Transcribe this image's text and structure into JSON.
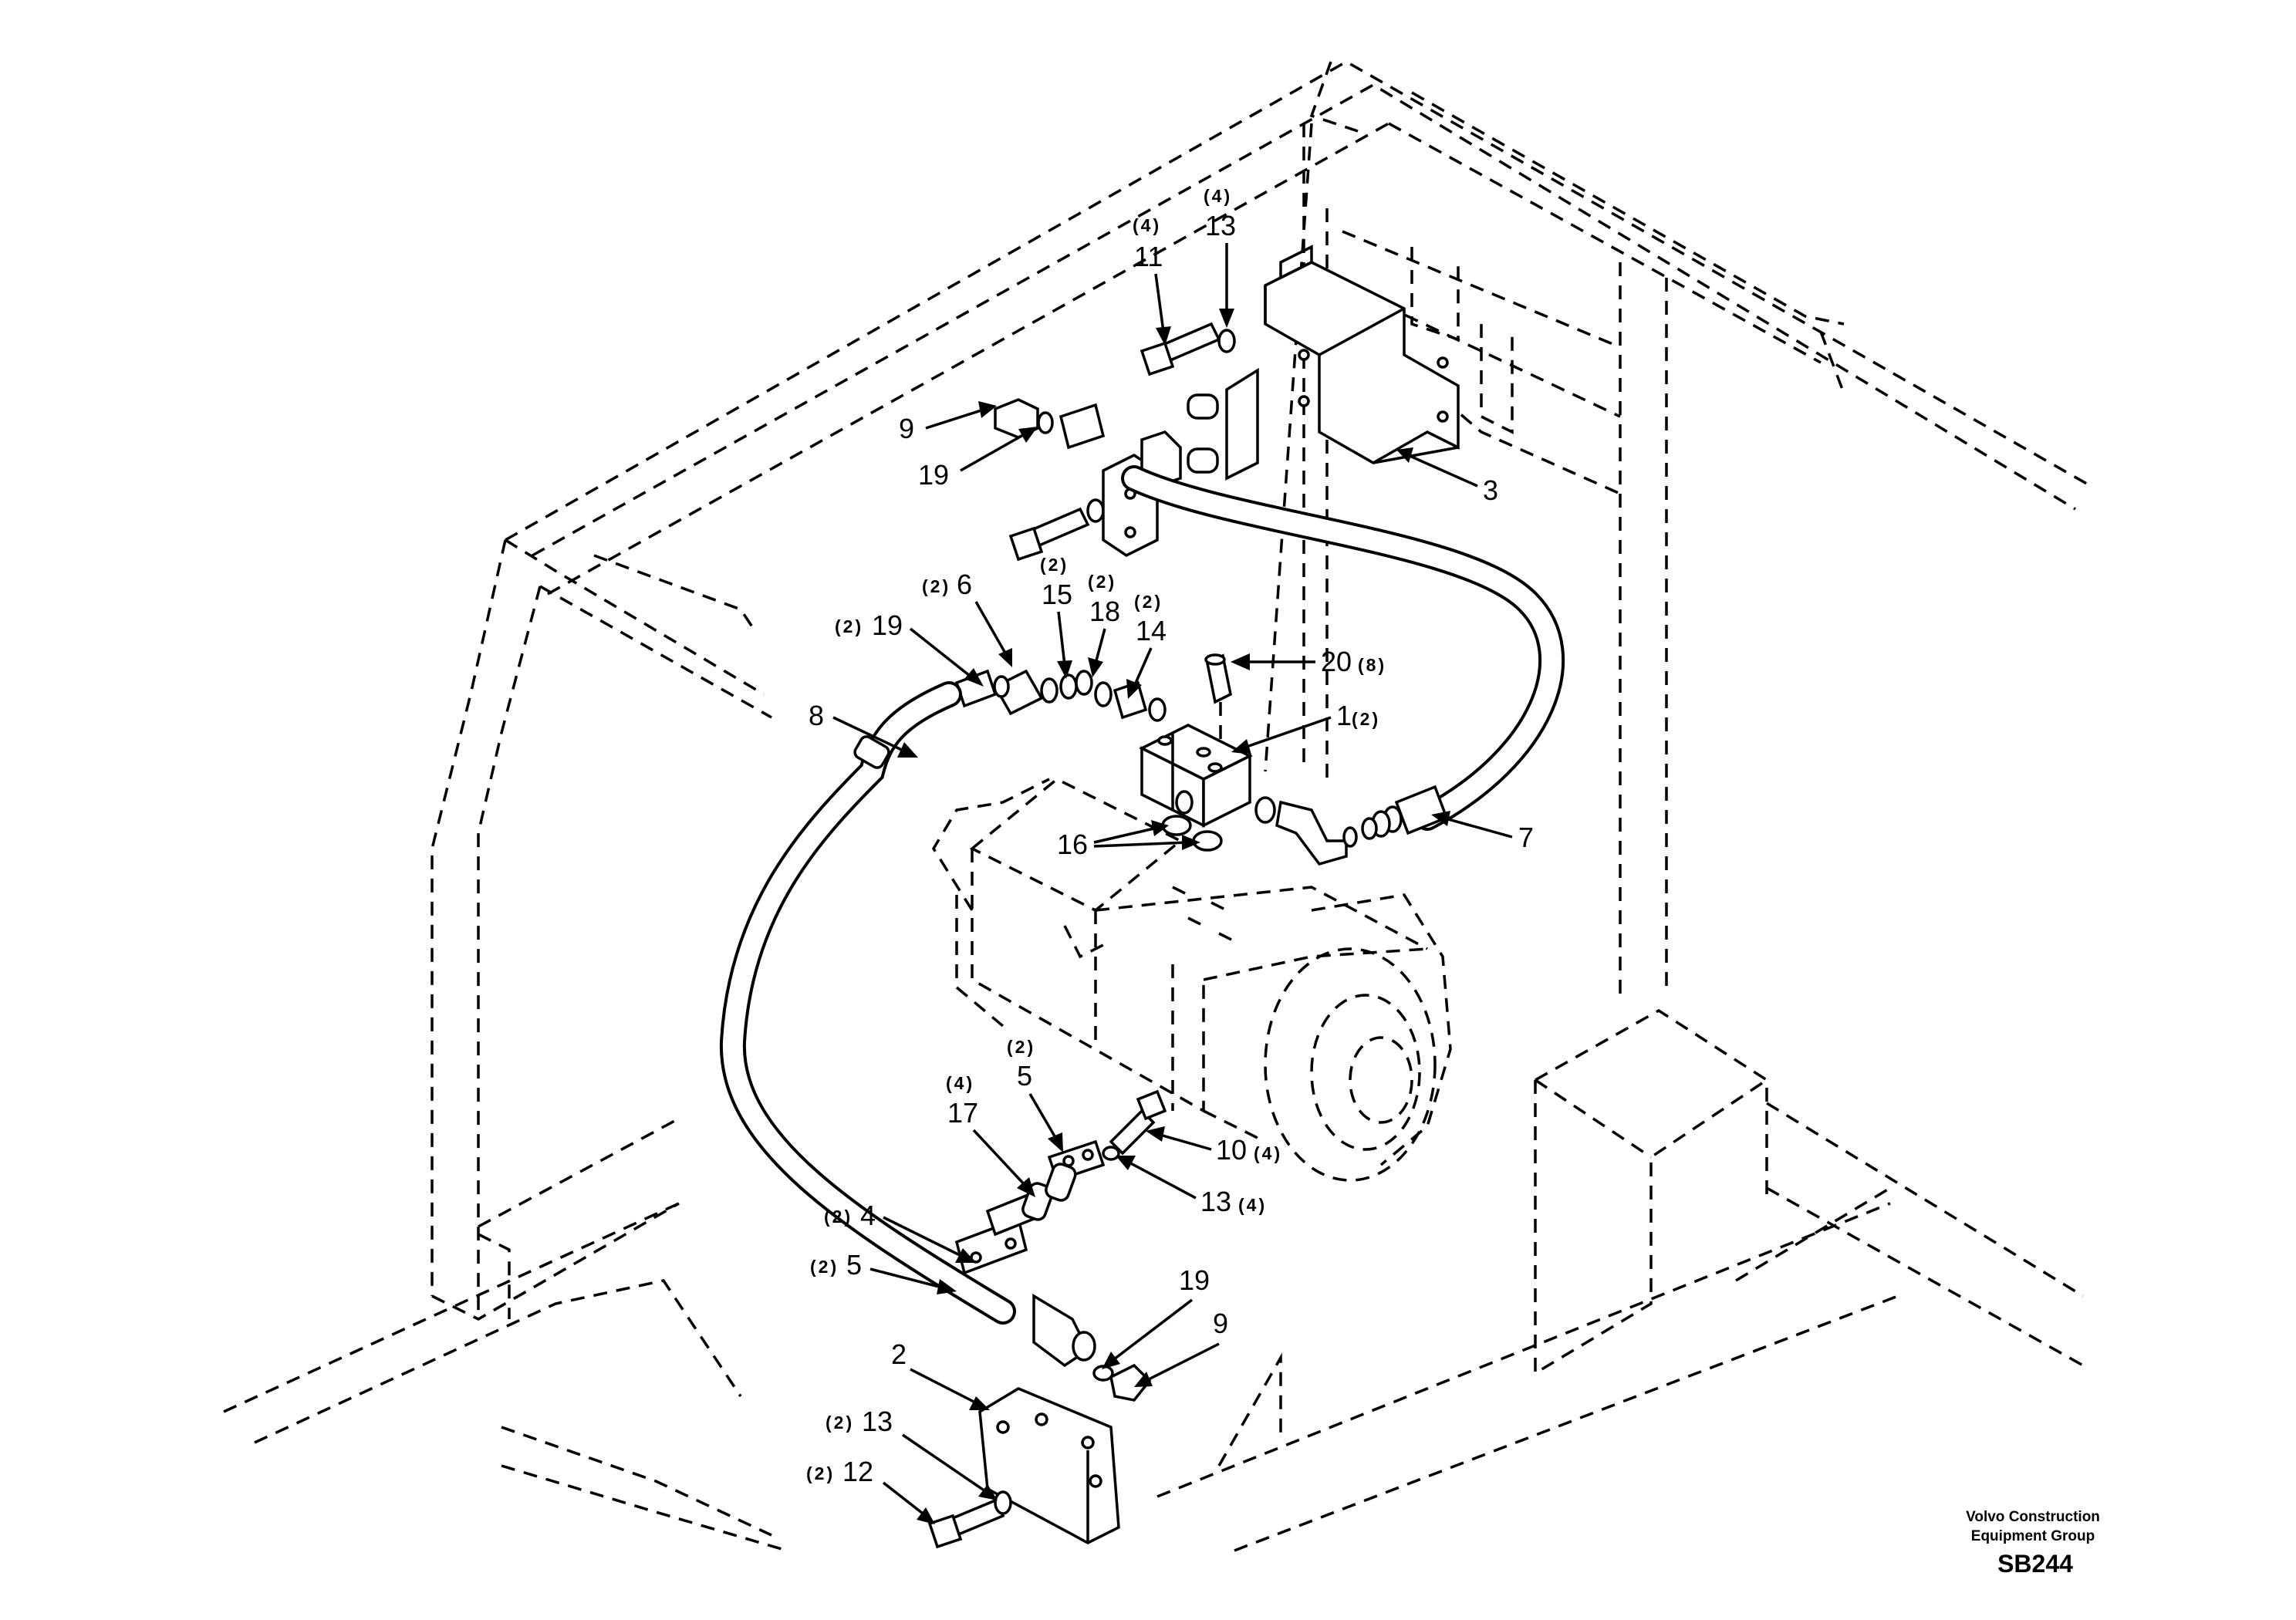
{
  "caption": {
    "line1": "Volvo Construction",
    "line2": "Equipment Group",
    "ref": "SB244"
  },
  "callouts": [
    {
      "id": "c9a",
      "num": "9",
      "qty": ""
    },
    {
      "id": "c19a",
      "num": "19",
      "qty": ""
    },
    {
      "id": "c11",
      "num": "11",
      "qty": "(4)"
    },
    {
      "id": "c13a",
      "num": "13",
      "qty": "(4)"
    },
    {
      "id": "c3",
      "num": "3",
      "qty": ""
    },
    {
      "id": "c19b",
      "num": "19",
      "qty": "(2)"
    },
    {
      "id": "c6",
      "num": "6",
      "qty": "(2)"
    },
    {
      "id": "c15",
      "num": "15",
      "qty": "(2)"
    },
    {
      "id": "c18",
      "num": "18",
      "qty": "(2)"
    },
    {
      "id": "c14",
      "num": "14",
      "qty": "(2)"
    },
    {
      "id": "c20",
      "num": "20",
      "qty": "(8)"
    },
    {
      "id": "c1",
      "num": "1",
      "qty": "(2)"
    },
    {
      "id": "c8",
      "num": "8",
      "qty": ""
    },
    {
      "id": "c16",
      "num": "16",
      "qty": ""
    },
    {
      "id": "c7",
      "num": "7",
      "qty": ""
    },
    {
      "id": "c5a",
      "num": "5",
      "qty": "(2)"
    },
    {
      "id": "c17",
      "num": "17",
      "qty": "(4)"
    },
    {
      "id": "c10",
      "num": "10",
      "qty": "(4)"
    },
    {
      "id": "c13b",
      "num": "13",
      "qty": "(4)"
    },
    {
      "id": "c4",
      "num": "4",
      "qty": "(2)"
    },
    {
      "id": "c5b",
      "num": "5",
      "qty": "(2)"
    },
    {
      "id": "c19c",
      "num": "19",
      "qty": ""
    },
    {
      "id": "c9b",
      "num": "9",
      "qty": ""
    },
    {
      "id": "c2",
      "num": "2",
      "qty": ""
    },
    {
      "id": "c13c",
      "num": "13",
      "qty": "(2)"
    },
    {
      "id": "c12",
      "num": "12",
      "qty": "(2)"
    }
  ]
}
